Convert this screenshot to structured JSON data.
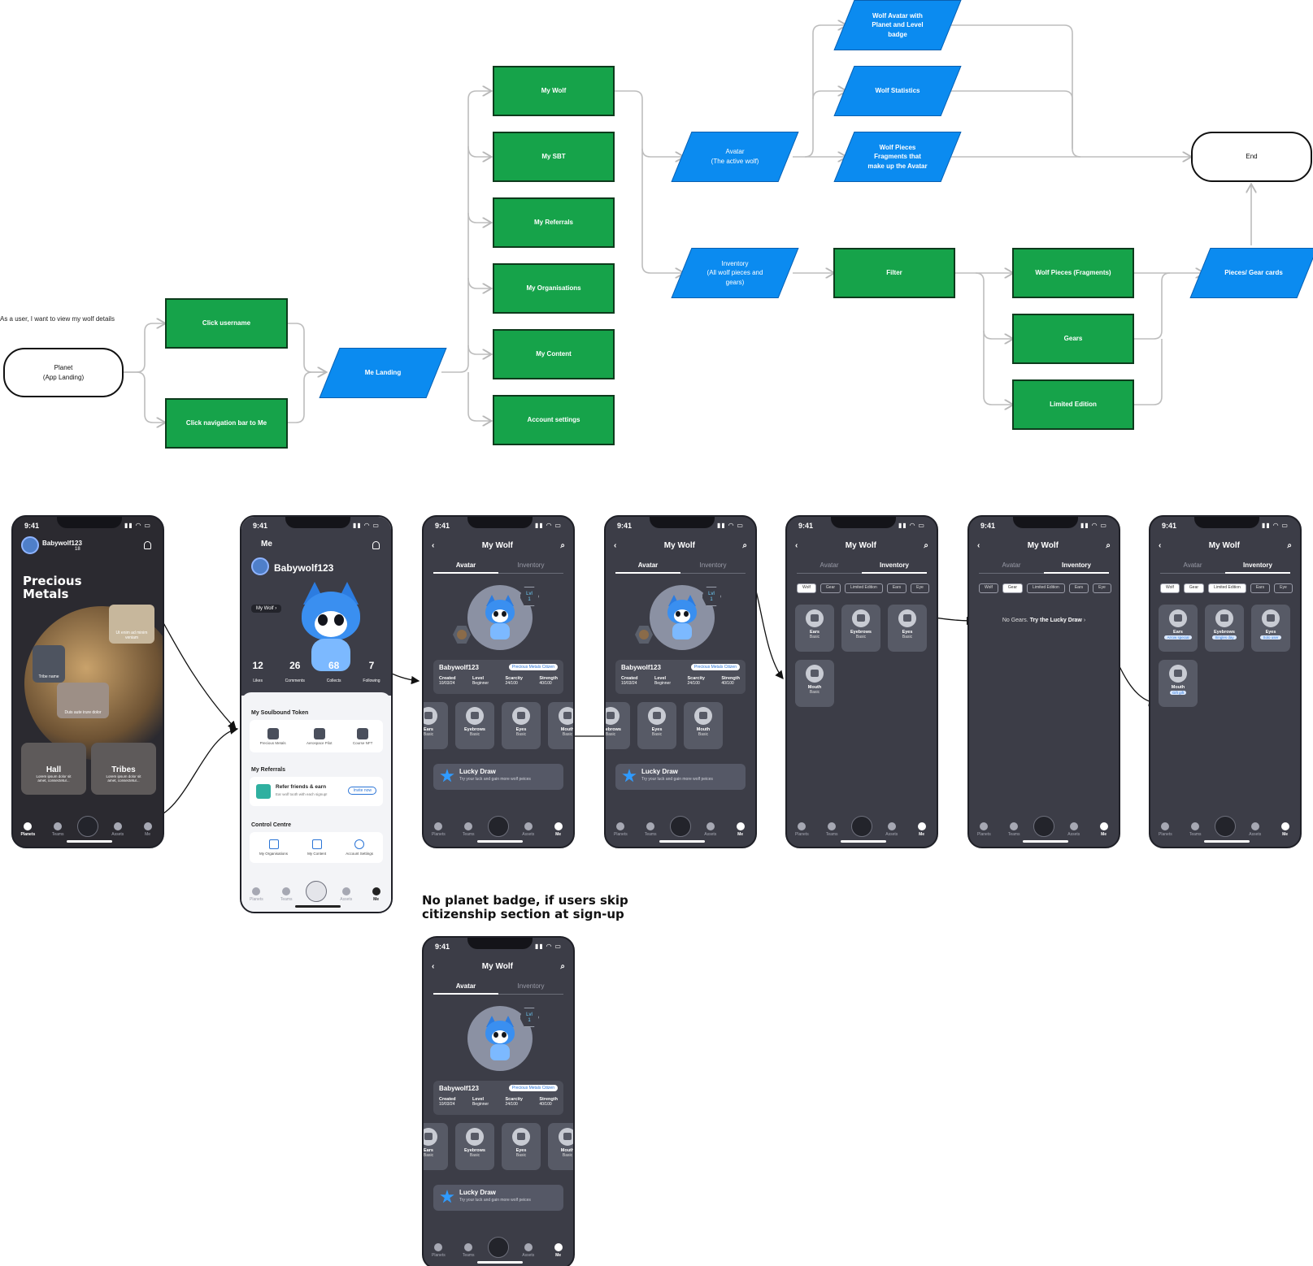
{
  "flow": {
    "intro": "As a user, I want to view my wolf details",
    "planet": "Planet\n(App Landing)",
    "click_username": "Click username",
    "click_nav": "Click navigation bar to Me",
    "me_landing": "Me Landing",
    "my_wolf": "My Wolf",
    "my_sbt": "My SBT",
    "my_referrals": "My Referrals",
    "my_organisations": "My Organisations",
    "my_content": "My Content",
    "account_settings": "Account settings",
    "avatar": "Avatar\n(The active wolf)",
    "inventory": "Inventory\n(All wolf pieces and\ngears)",
    "wolf_avatar_badge": "Wolf Avatar with\nPlanet and Level\nbadge",
    "wolf_statistics": "Wolf Statistics",
    "wolf_pieces_fragments_avatar": "Wolf Pieces\nFragments that\nmake up the Avatar",
    "filter": "Filter",
    "wolf_pieces_fragments": "Wolf Pieces (Fragments)",
    "gears": "Gears",
    "limited_edition": "Limited Edition",
    "pieces_gear_cards": "Pieces/ Gear cards",
    "end": "End"
  },
  "colors": {
    "process": "#16a34a",
    "io": "#0b8bf0",
    "phone_bg": "#3c3d47"
  },
  "phone_common": {
    "time": "9:41",
    "title": "My Wolf",
    "tab_avatar": "Avatar",
    "tab_inventory": "Inventory",
    "username": "Babywolf123",
    "citizen": "Precious Metals Citizen",
    "lvl": "Lvl\n1",
    "created_label": "Created",
    "created": "10/03/24",
    "level_label": "Level",
    "level": "Beginner",
    "scarcity_label": "Scarcity",
    "scarcity": "24/100",
    "strength_label": "Strength",
    "strength": "40/100",
    "lucky_title": "Lucky Draw",
    "lucky_sub": "Try your luck and gain more wolf peices",
    "basic": "Basic",
    "ears": "Ears",
    "eyebrows": "Eyebrows",
    "eyes": "Eyes",
    "mouth": "Mouth",
    "nav": [
      "Planets",
      "Teams",
      "",
      "Assets",
      "Me"
    ]
  },
  "planet_screen": {
    "username": "Babywolf123",
    "badge_count": "18",
    "title": "Precious\nMetals",
    "card1": "Ut enim ad minim\nveniam",
    "card2": "Tribe name",
    "card3": "Duis aute irure dolor",
    "hall": "Hall",
    "tribes": "Tribes",
    "lorem": "Lorem ipsum dolor sit\namet, consectetur..."
  },
  "me_screen": {
    "title": "Me",
    "username": "Babywolf123",
    "my_wolf_link": "My Wolf",
    "stats": [
      {
        "value": "12",
        "label": "Likes"
      },
      {
        "value": "26",
        "label": "Comments"
      },
      {
        "value": "68",
        "label": "Collects"
      },
      {
        "value": "7",
        "label": "Following"
      }
    ],
    "sbt_title": "My Soulbound Token",
    "sbt_items": [
      "Precious Metals",
      "Aerospace Pilot",
      "Course NFT"
    ],
    "referrals_title": "My Referrals",
    "refer_title": "Refer friends & earn",
    "refer_sub": "Ear wolf tooth with each signup!",
    "invite": "Invite now",
    "control_title": "Control Centre",
    "control_items": [
      "My Organisations",
      "My Content",
      "Account Settings"
    ]
  },
  "inventory_screen": {
    "chips": [
      "Wolf",
      "Gear",
      "Limited Edition",
      "Ears",
      "Eye"
    ],
    "no_gears": "No Gears.",
    "try_lucky": "Try the Lucky Draw",
    "tags": [
      "Arrow special",
      "Singles day",
      "Solo user",
      "Gift gift"
    ]
  },
  "caption": "No planet badge, if users skip\ncitizenship section at sign-up"
}
